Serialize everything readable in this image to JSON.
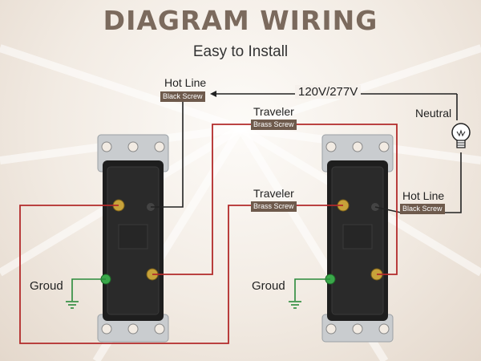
{
  "title": "DIAGRAM WIRING",
  "subtitle": "Easy to Install",
  "labels": {
    "hot_line_left": "Hot Line",
    "hot_line_left_tag": "Black Screw",
    "voltage": "120V/277V",
    "neutral": "Neutral",
    "traveler_top": "Traveler",
    "traveler_top_tag": "Brass Screw",
    "traveler_mid": "Traveler",
    "traveler_mid_tag": "Brass Screw",
    "hot_line_right": "Hot Line",
    "hot_line_right_tag": "Black Screw",
    "ground_left": "Groud",
    "ground_right": "Groud"
  },
  "colors": {
    "hot": "#222222",
    "traveler": "#b22a2a",
    "ground": "#2a8a3a",
    "tag_bg": "#6e5a4c",
    "title": "#7b6a5d"
  },
  "icons": [
    "light-bulb-icon",
    "ground-symbol-icon",
    "switch-left",
    "switch-right"
  ]
}
